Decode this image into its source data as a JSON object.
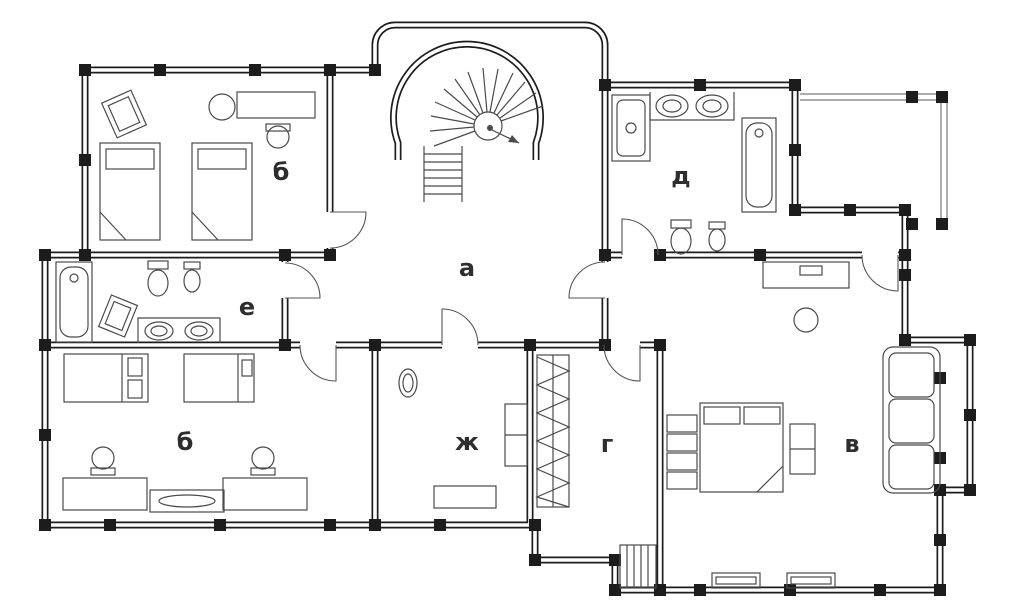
{
  "plan": {
    "title": "apartment-floor-plan",
    "rooms": {
      "hall": {
        "label": "а"
      },
      "bedroom_upper": {
        "label": "б"
      },
      "living_room": {
        "label": "в"
      },
      "stair_room": {
        "label": "г"
      },
      "bathroom_upper": {
        "label": "д"
      },
      "bathroom_left": {
        "label": "е"
      },
      "utility_room": {
        "label": "ж"
      },
      "bedroom_lower": {
        "label": "б"
      }
    },
    "colors": {
      "wall": "#1c1c1c",
      "furniture_line": "#4a4a4a",
      "label": "#2e2e2e",
      "background": "#ffffff"
    }
  }
}
